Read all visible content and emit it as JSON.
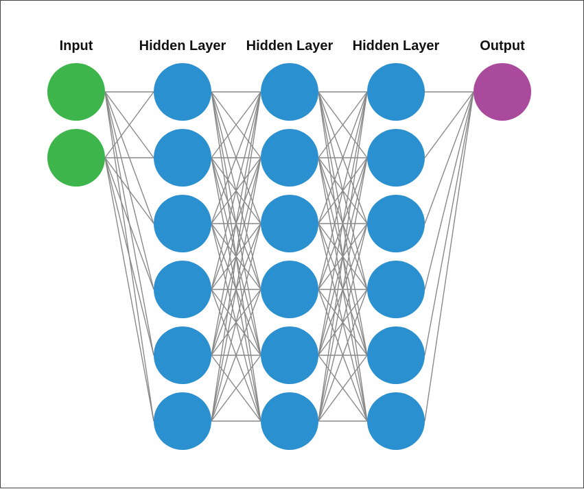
{
  "layers": [
    {
      "label": "Input",
      "node_count": 2,
      "color": "#3db54a"
    },
    {
      "label": "Hidden Layer",
      "node_count": 6,
      "color": "#2b90d0"
    },
    {
      "label": "Hidden Layer",
      "node_count": 6,
      "color": "#2b90d0"
    },
    {
      "label": "Hidden Layer",
      "node_count": 6,
      "color": "#2b90d0"
    },
    {
      "label": "Output",
      "node_count": 1,
      "color": "#a94a9c"
    }
  ],
  "edge_color": "#888888",
  "fully_connected": true
}
